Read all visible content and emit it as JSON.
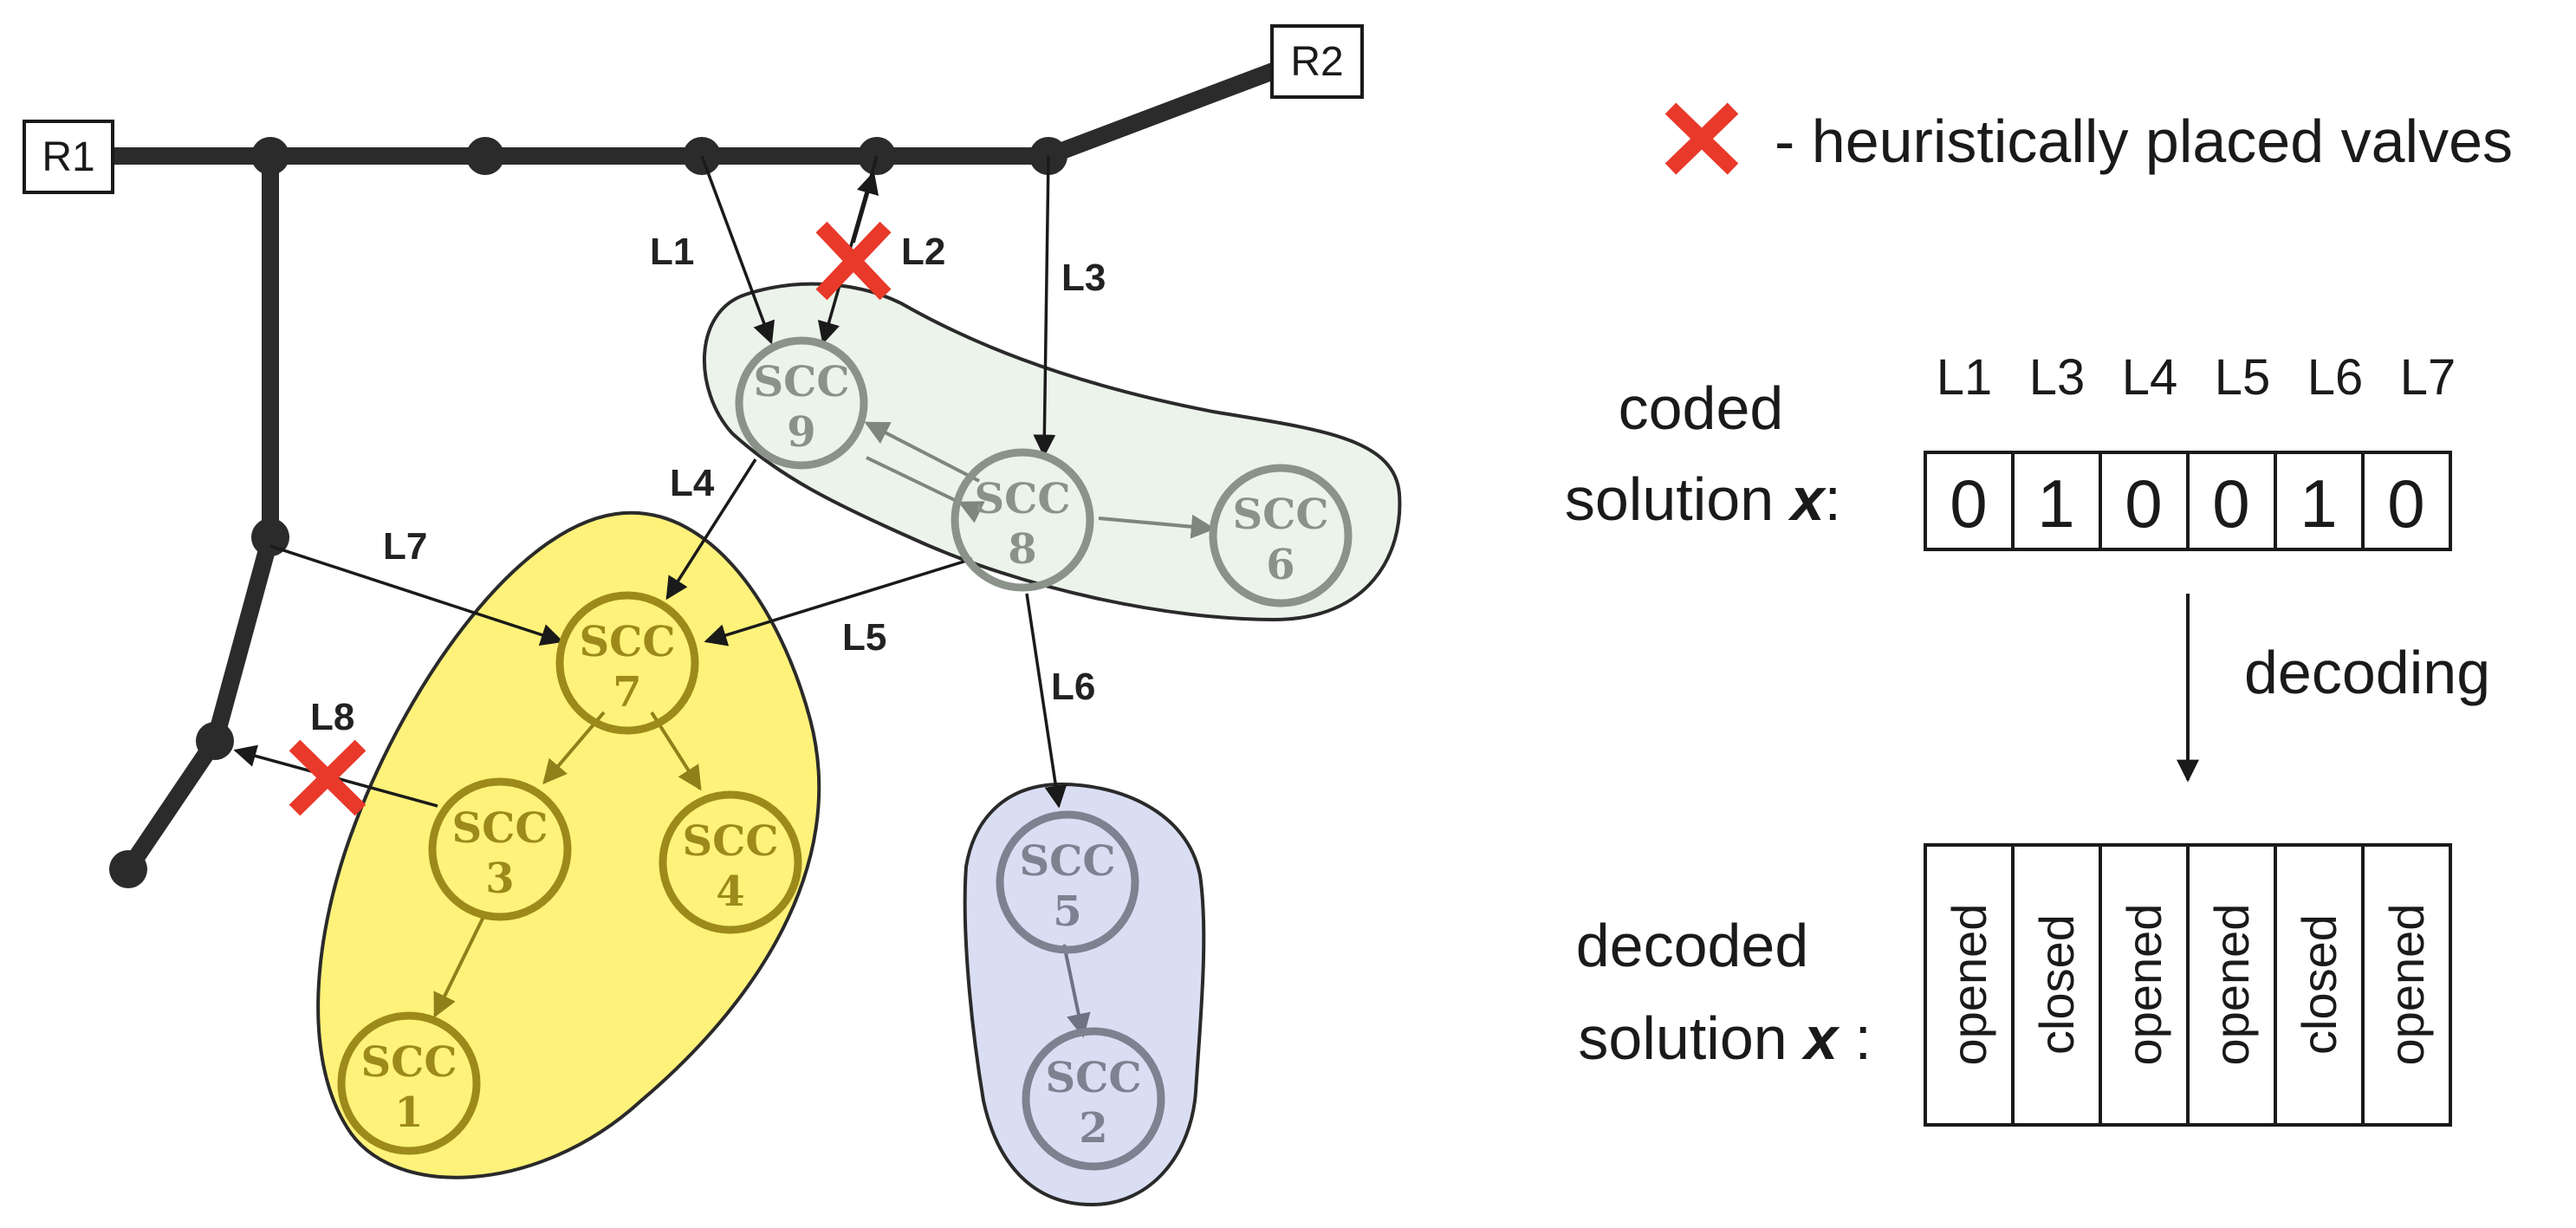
{
  "reservoirs": {
    "r1": "R1",
    "r2": "R2"
  },
  "edge_labels": {
    "l1": "L1",
    "l2": "L2",
    "l3": "L3",
    "l4": "L4",
    "l5": "L5",
    "l6": "L6",
    "l7": "L7",
    "l8": "L8"
  },
  "scc_word": "SCC",
  "scc_numbers": {
    "n1": "1",
    "n2": "2",
    "n3": "3",
    "n4": "4",
    "n5": "5",
    "n6": "6",
    "n7": "7",
    "n8": "8",
    "n9": "9"
  },
  "legend": {
    "icon": "red-x-valve-icon",
    "text": "- heuristically placed valves"
  },
  "coded": {
    "label_line1": "coded",
    "label_line2": "solution",
    "label_var": "x",
    "label_colon": ":",
    "headers": [
      "L1",
      "L3",
      "L4",
      "L5",
      "L6",
      "L7"
    ],
    "values": [
      "0",
      "1",
      "0",
      "0",
      "1",
      "0"
    ]
  },
  "decoding_label": "decoding",
  "decoded": {
    "label_line1": "decoded",
    "label_line2": "solution",
    "label_var": "x",
    "label_colon": ":",
    "values": [
      "opened",
      "closed",
      "opened",
      "opened",
      "closed",
      "opened"
    ]
  },
  "colors": {
    "pipe": "#2b2b2b",
    "valve": "#e8392a",
    "yellow_fill": "#fff27a",
    "yellow_stroke": "#9c8a1a",
    "green_fill": "#ebf3ea",
    "green_stroke": "#8a928a",
    "blue_fill": "#d9def3",
    "blue_stroke": "#7d8190"
  }
}
